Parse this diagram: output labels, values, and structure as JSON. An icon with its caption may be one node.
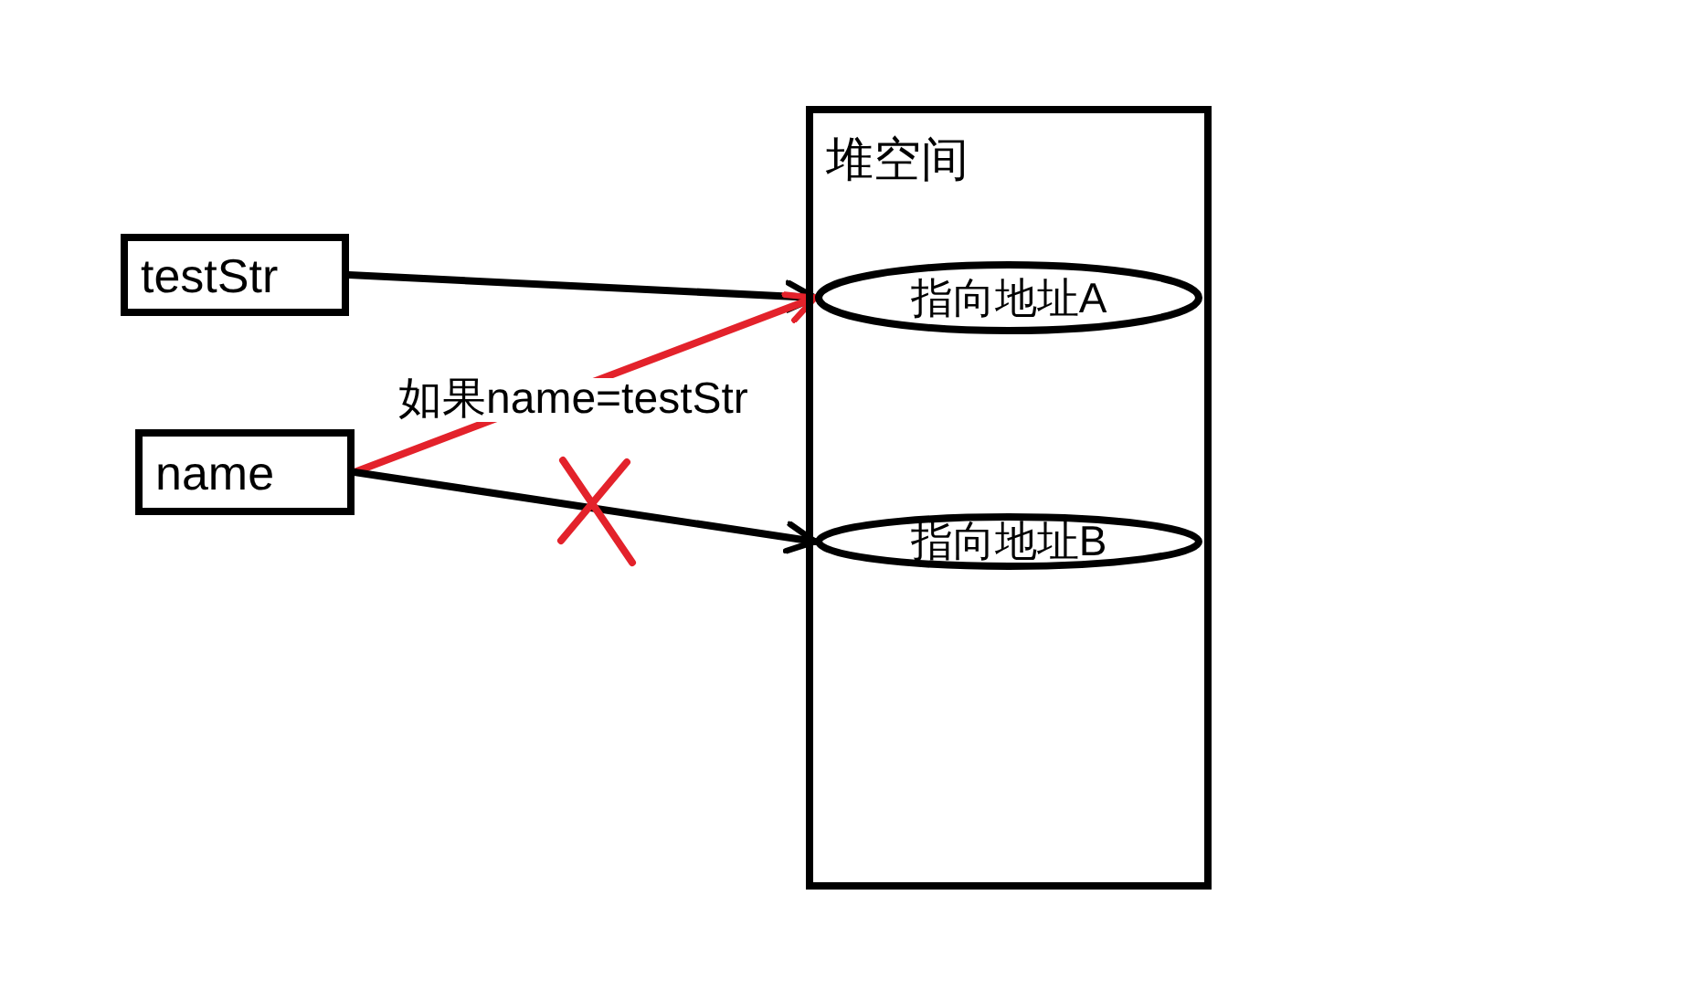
{
  "diagram": {
    "nodes": [
      {
        "text": [
          "testStr"
        ]
      },
      {
        "text": [
          "name"
        ]
      },
      {
        "text": [
          "堆空间"
        ]
      },
      {
        "text": [
          "指向地址A"
        ],
        "in": 2
      },
      {
        "text": [
          "指向地址B"
        ],
        "in": 2
      }
    ],
    "edges": [
      {
        "from": 0,
        "to": 3,
        "arrow": "to"
      },
      {
        "from": 1,
        "to": 3,
        "arrow": "to",
        "label": "如果name=testStr",
        "color": "#e3222b"
      },
      {
        "from": 1,
        "to": 4,
        "arrow": "to"
      }
    ]
  }
}
